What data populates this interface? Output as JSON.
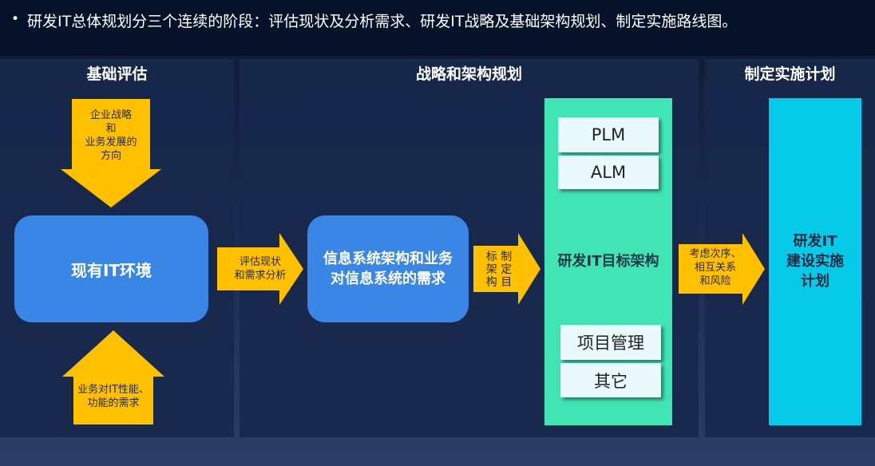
{
  "header": {
    "bullet": "•",
    "text": "研发IT总体规划分三个连续的阶段：评估现状及分析需求、研发IT战略及基础架构规划、制定实施路线图。"
  },
  "panels": {
    "assessment": "基础评估",
    "strategy": "战略和架构规划",
    "implementation": "制定实施计划"
  },
  "down_arrow": [
    "企业战略",
    "和",
    "业务发展的",
    "方向"
  ],
  "up_arrow": [
    "业务对IT性能、",
    "功能的需求"
  ],
  "current_env": "现有IT环境",
  "arrow_assess": [
    "评估现状",
    "和需求分析"
  ],
  "info_req": [
    "信息系统架构和业务",
    "对信息系统的需求"
  ],
  "arrow_target": [
    "标 制",
    "架 定",
    "构 目"
  ],
  "target_arch": {
    "title": "研发IT目标架构",
    "items": [
      "PLM",
      "ALM",
      "项目管理",
      "其它"
    ]
  },
  "arrow_plan": [
    "考虑次序、",
    "相互关系",
    "和风险"
  ],
  "plan_box": [
    "研发IT",
    "建设实施",
    "计划"
  ],
  "colors": {
    "arrow": "#ffc000",
    "blue_box": "#3a86e6",
    "green_column": "#41e5b3",
    "cyan_column": "#06cbe8"
  }
}
